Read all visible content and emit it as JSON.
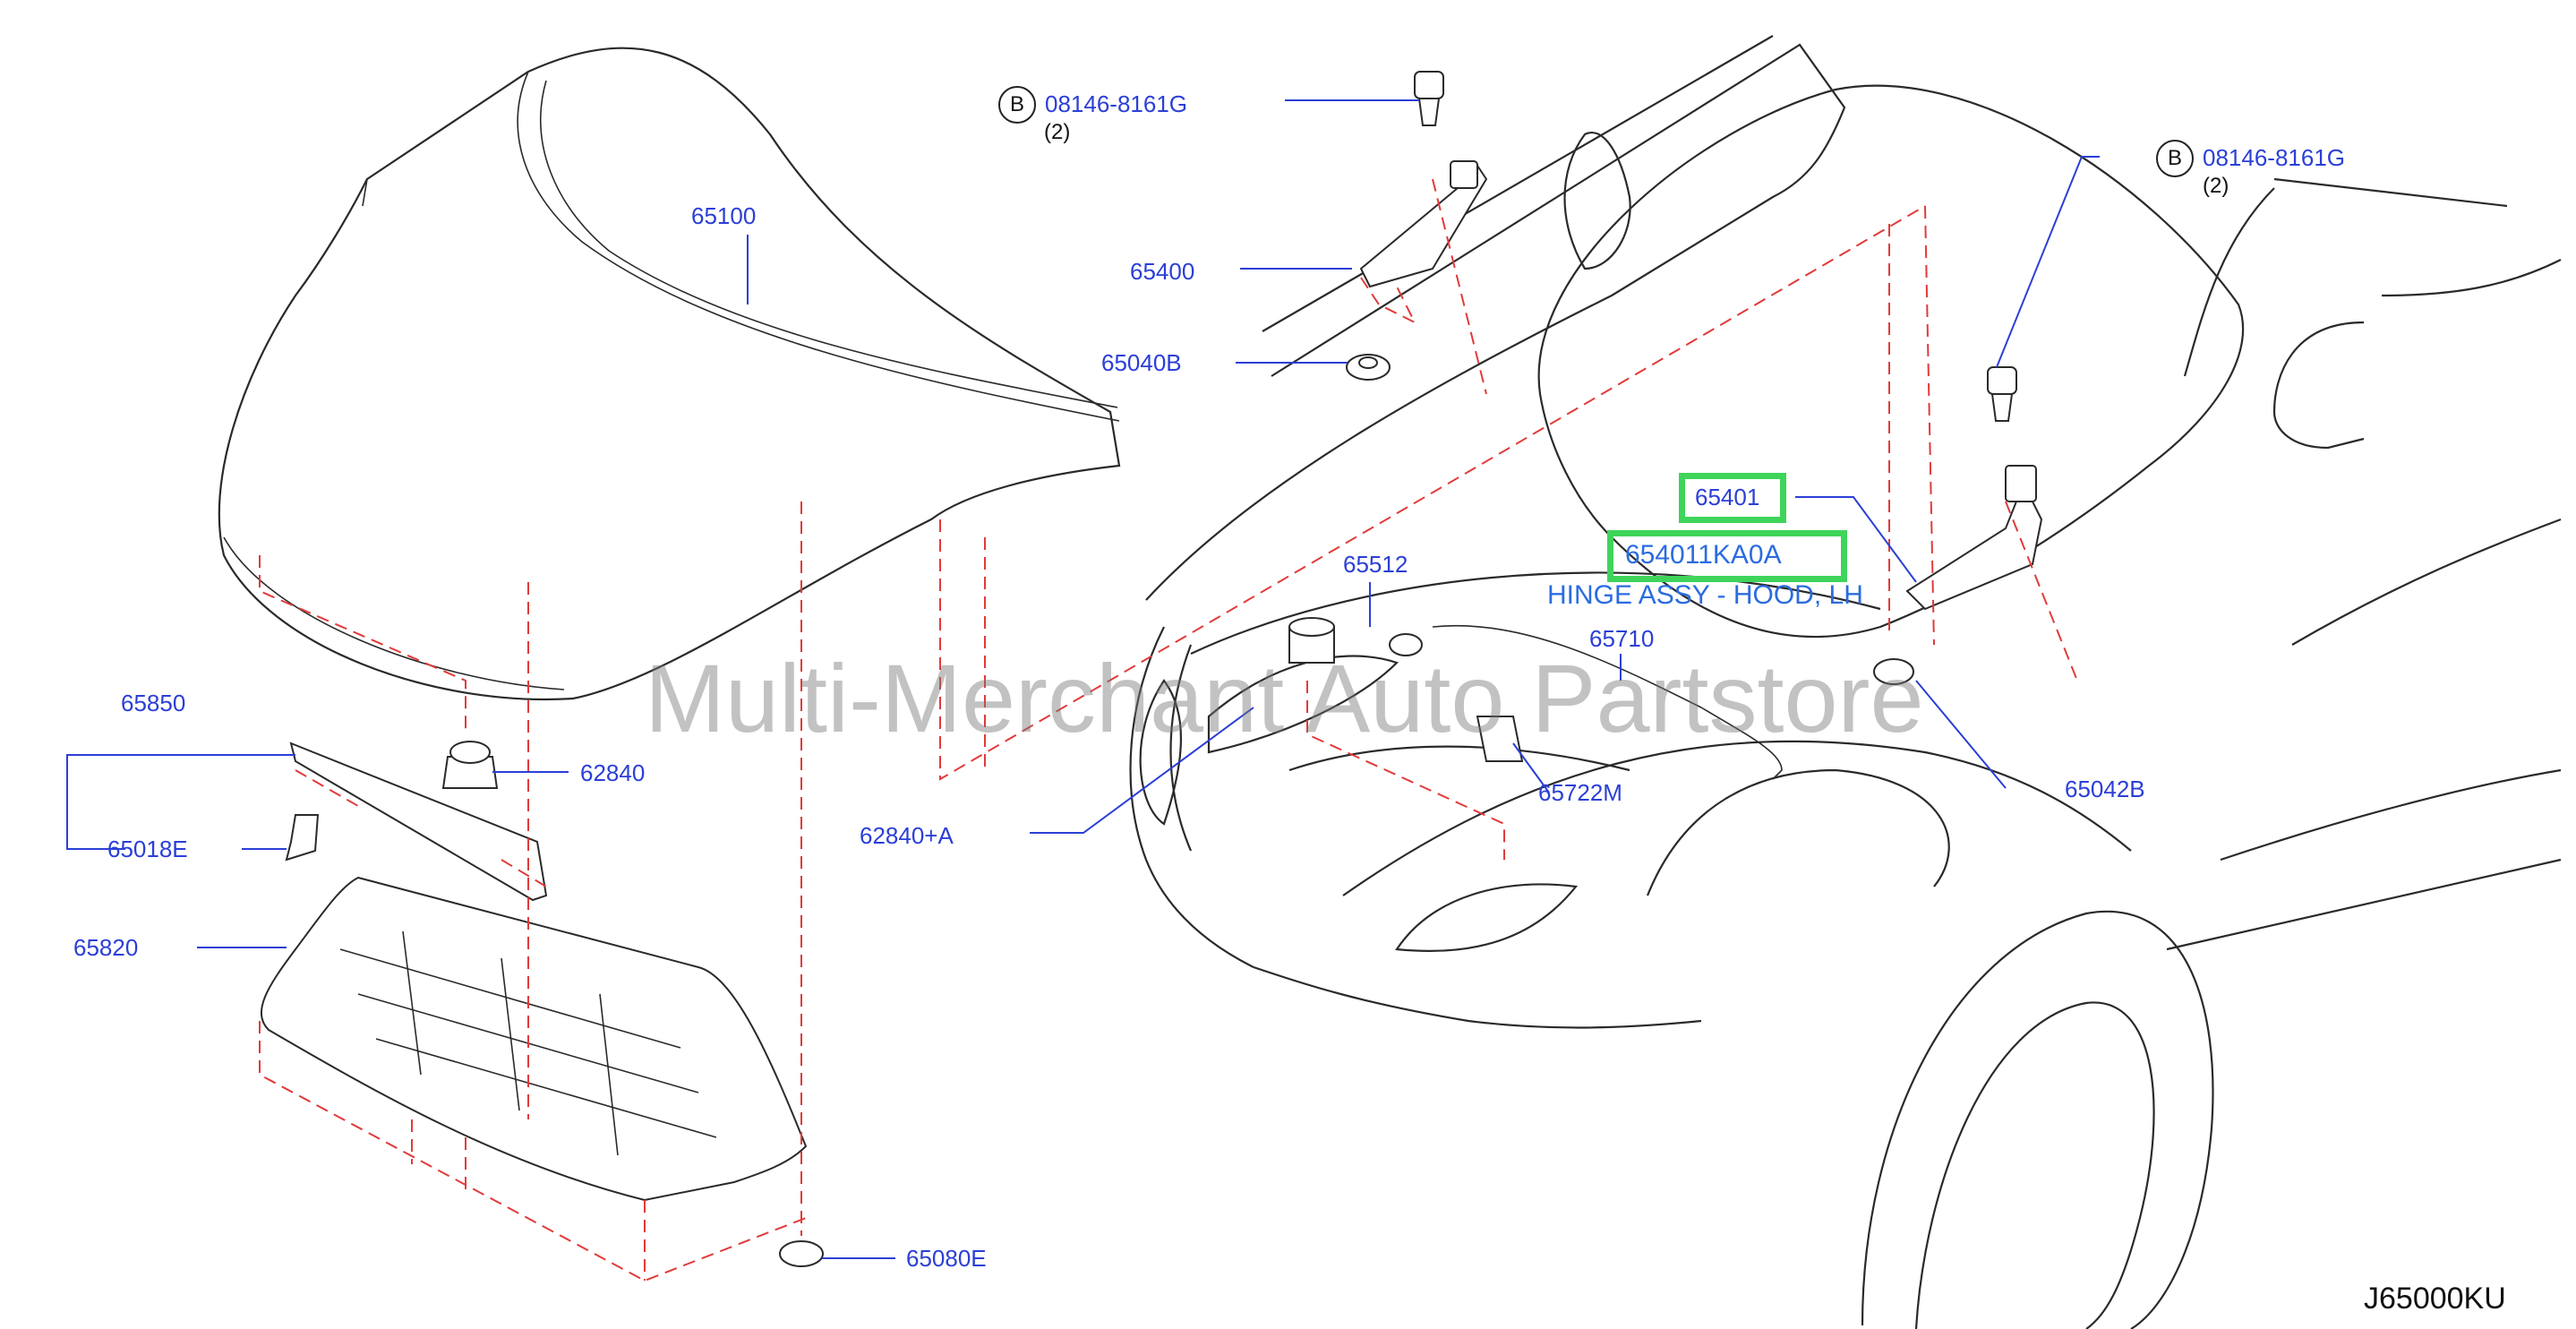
{
  "watermark": "Multi-Merchant Auto Partstore",
  "diagram_code": "J65000KU",
  "highlight": {
    "part_number": "65401",
    "oem_number": "654011KA0A",
    "description": "HINGE ASSY - HOOD, LH",
    "color": "#3fd45a"
  },
  "callouts": {
    "c65100": "65100",
    "c65400": "65400",
    "c65040B": "65040B",
    "c65850": "65850",
    "c65018E": "65018E",
    "c62840": "62840",
    "c65820": "65820",
    "c65080E": "65080E",
    "c65512": "65512",
    "c65710": "65710",
    "c65722M": "65722M",
    "c62840A": "62840+A",
    "c65042B": "65042B"
  },
  "bolt_refs": [
    {
      "marker": "B",
      "part": "08146-8161G",
      "qty": "(2)"
    },
    {
      "marker": "B",
      "part": "08146-8161G",
      "qty": "(2)"
    }
  ],
  "colors": {
    "label": "#2b3fd6",
    "leader": "#2b3fd6",
    "dash": "#e23a3a",
    "line": "#2a2a2a"
  }
}
